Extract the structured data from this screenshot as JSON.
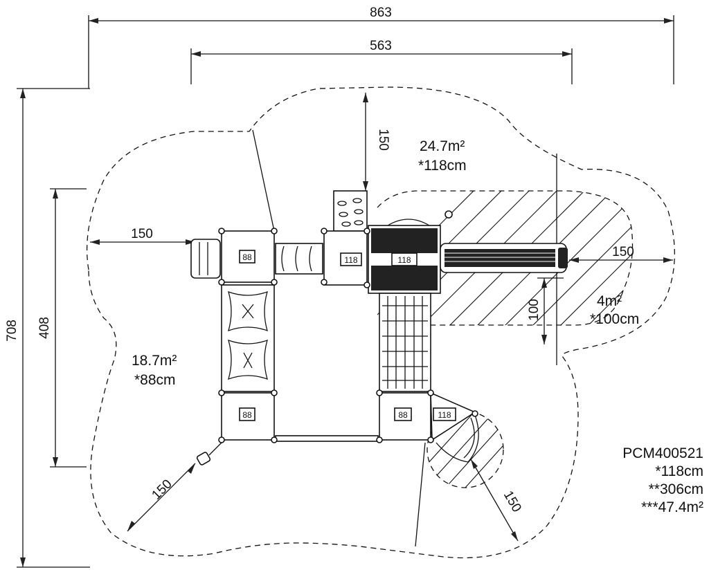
{
  "dimensions": {
    "overall_width": "863",
    "inner_width": "563",
    "overall_height": "708",
    "inner_height": "408",
    "clear_top": "150",
    "clear_left": "150",
    "clear_right": "150",
    "clear_right_low": "100",
    "clear_bottom_left": "150",
    "clear_bottom_right": "150"
  },
  "zones": {
    "main_area": "24.7m²",
    "main_height": "*118cm",
    "left_area": "18.7m²",
    "left_height": "*88cm",
    "slide_area": "4m²",
    "slide_height": "*100cm"
  },
  "deck_labels": {
    "deck_1": "88",
    "deck_2": "118",
    "deck_3": "118",
    "deck_4": "88",
    "deck_5": "88",
    "deck_6": "118"
  },
  "product": {
    "code": "PCM400521",
    "height": "*118cm",
    "fall_height": "**306cm",
    "total_area": "***47.4m²"
  },
  "colors": {
    "line": "#111111",
    "background": "#ffffff"
  }
}
